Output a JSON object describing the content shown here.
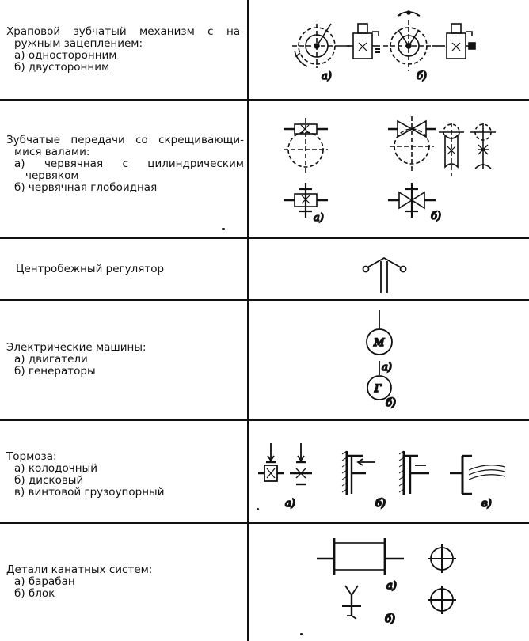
{
  "rows": [
    {
      "title_lines": [
        "Храповой зубчатый механизм с на-",
        "ружным зацеплением:"
      ],
      "items": [
        "а) односторонним",
        "б) двусторонним"
      ],
      "labels": [
        "а)",
        "б)"
      ]
    },
    {
      "title_lines": [
        "Зубчатые передачи со скрещивающи-",
        "мися валами:"
      ],
      "items": [
        "а) червячная с цилиндрическим",
        "червяком",
        "б) червячная глобоидная"
      ],
      "labels": [
        "а)",
        "б)"
      ]
    },
    {
      "title_lines": [
        "Центробежный регулятор"
      ],
      "items": [],
      "labels": []
    },
    {
      "title_lines": [
        "Электрические машины:"
      ],
      "items": [
        "а) двигатели",
        "б) генераторы"
      ],
      "labels": [
        "а)",
        "б)"
      ],
      "motor_letter": "М",
      "generator_letter": "Г"
    },
    {
      "title_lines": [
        "Тормоза:"
      ],
      "items": [
        "а) колодочный",
        "б) дисковый",
        "в) винтовой грузоупорный"
      ],
      "labels": [
        "а)",
        "б)",
        "в)"
      ]
    },
    {
      "title_lines": [
        "Детали канатных систем:"
      ],
      "items": [
        "а) барабан",
        "б) блок"
      ],
      "labels": [
        "а)",
        "б)"
      ]
    }
  ]
}
